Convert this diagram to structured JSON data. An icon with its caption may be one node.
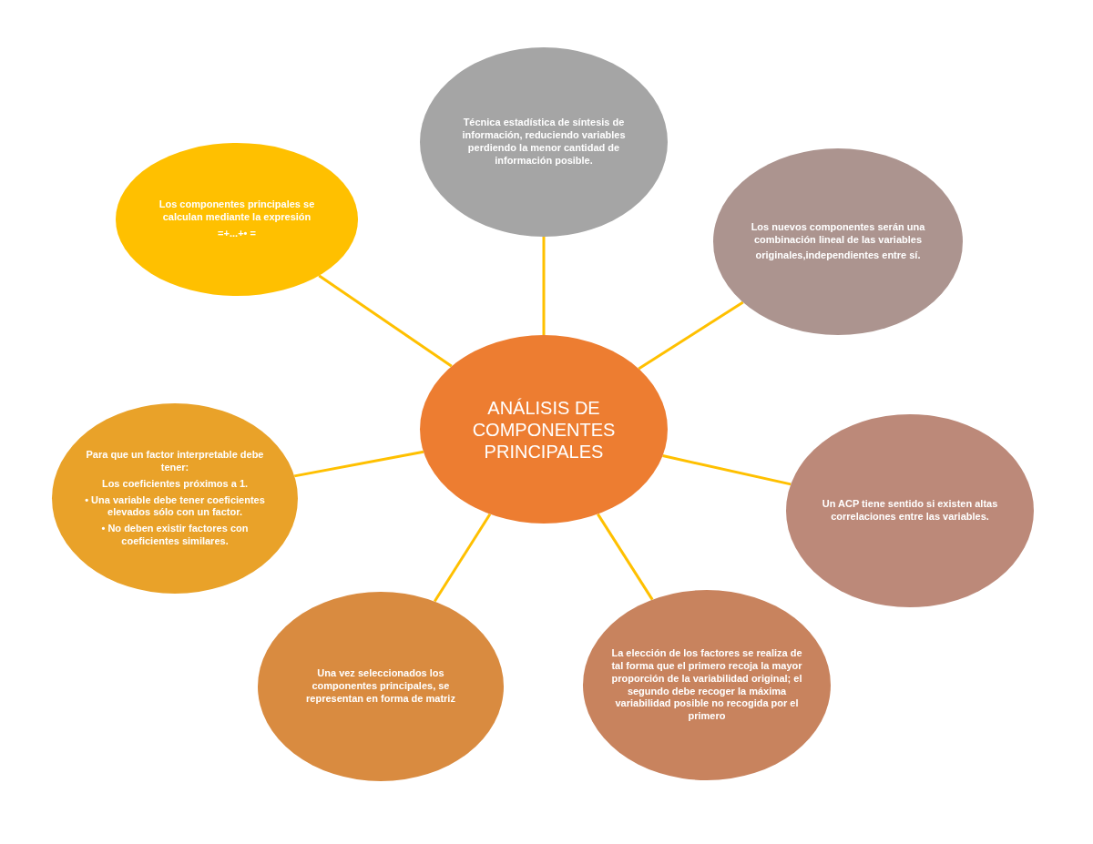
{
  "diagram": {
    "nodes": [
      {
        "text": [
          "Técnica estadística de síntesis de información, reduciendo variables perdiendo la menor cantidad de información posible."
        ]
      },
      {
        "text": [
          "Los componentes principales se calculan mediante la expresión",
          "=+...+• ="
        ]
      },
      {
        "text": [
          "Los nuevos componentes serán una combinación lineal de las variables",
          "originales,independientes entre sí."
        ]
      },
      {
        "text": [
          "ANÁLISIS DE COMPONENTES PRINCIPALES"
        ]
      },
      {
        "text": [
          "Para que un factor interpretable debe tener:",
          "Los coeficientes próximos a 1.",
          "• Una variable debe tener coeficientes elevados sólo con un factor.",
          "• No deben existir factores con coeficientes similares."
        ]
      },
      {
        "text": [
          "Un ACP tiene sentido si existen altas correlaciones entre las variables."
        ]
      },
      {
        "text": [
          "Una vez seleccionados los componentes principales, se representan en forma de matriz"
        ]
      },
      {
        "text": [
          "La elección de los factores se realiza de tal forma que el primero recoja la mayor proporción de la variabilidad original; el segundo debe recoger la máxima variabilidad posible no recogida por el primero"
        ]
      }
    ],
    "edges": [
      {
        "from": 3,
        "to": 0,
        "arrow": "none"
      },
      {
        "from": 3,
        "to": 1,
        "arrow": "none"
      },
      {
        "from": 3,
        "to": 2,
        "arrow": "none"
      },
      {
        "from": 3,
        "to": 4,
        "arrow": "none"
      },
      {
        "from": 3,
        "to": 5,
        "arrow": "none"
      },
      {
        "from": 3,
        "to": 6,
        "arrow": "none"
      },
      {
        "from": 3,
        "to": 7,
        "arrow": "none"
      }
    ]
  }
}
